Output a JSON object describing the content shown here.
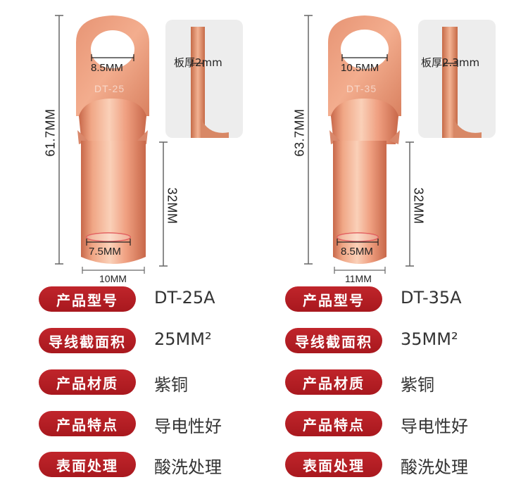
{
  "products": [
    {
      "stamp": "DT-25",
      "total_length": "61.7MM",
      "hole_diameter": "8.5MM",
      "barrel_length": "32MM",
      "inner_diameter": "7.5MM",
      "outer_diameter": "10MM",
      "inset_label": "板厚2mm",
      "specs": [
        {
          "label": "产品型号",
          "value": "DT-25A"
        },
        {
          "label": "导线截面积",
          "value": "25MM²"
        },
        {
          "label": "产品材质",
          "value": "紫铜"
        },
        {
          "label": "产品特点",
          "value": "导电性好"
        },
        {
          "label": "表面处理",
          "value": "酸洗处理"
        }
      ]
    },
    {
      "stamp": "DT-35",
      "total_length": "63.7MM",
      "hole_diameter": "10.5MM",
      "barrel_length": "32MM",
      "inner_diameter": "8.5MM",
      "outer_diameter": "11MM",
      "inset_label": "板厚2.3mm",
      "specs": [
        {
          "label": "产品型号",
          "value": "DT-35A"
        },
        {
          "label": "导线截面积",
          "value": "35MM²"
        },
        {
          "label": "产品材质",
          "value": "紫铜"
        },
        {
          "label": "产品特点",
          "value": "导电性好"
        },
        {
          "label": "表面处理",
          "value": "酸洗处理"
        }
      ]
    }
  ],
  "colors": {
    "copper_light": "#f3b594",
    "copper_mid": "#e99a78",
    "copper_dark": "#c96f4d",
    "badge_red": "#b51f25"
  }
}
